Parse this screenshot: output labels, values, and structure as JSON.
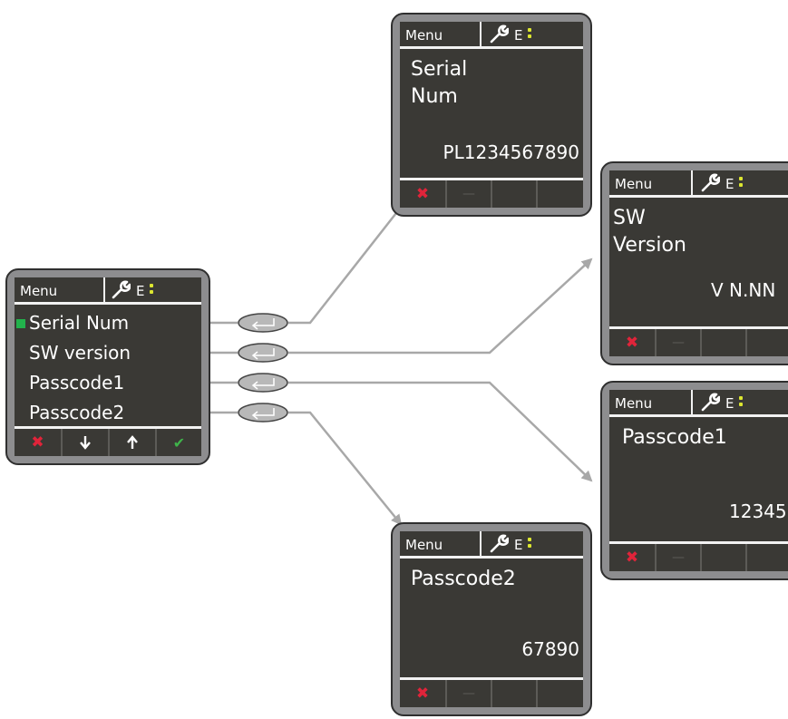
{
  "main_menu": {
    "header": {
      "menu_label": "Menu",
      "status_label": "E"
    },
    "items": [
      {
        "label": "Serial Num"
      },
      {
        "label": "SW version"
      },
      {
        "label": "Passcode1"
      },
      {
        "label": "Passcode2"
      }
    ],
    "softkeys": [
      "close-icon",
      "arrow-down-icon",
      "arrow-up-icon",
      "check-icon"
    ]
  },
  "screens": {
    "serial": {
      "menu_label": "Menu",
      "status_label": "E",
      "title_line1": "Serial",
      "title_line2": "Num",
      "value": "PL1234567890"
    },
    "sw": {
      "menu_label": "Menu",
      "status_label": "E",
      "title_line1": "SW",
      "title_line2": "Version",
      "value": "V N.NN"
    },
    "passcode1": {
      "menu_label": "Menu",
      "status_label": "E",
      "title_line1": "Passcode1",
      "value": "12345"
    },
    "passcode2": {
      "menu_label": "Menu",
      "status_label": "E",
      "title_line1": "Passcode2",
      "value": "67890"
    }
  },
  "colors": {
    "screen_bg": "#3a3935",
    "bezel": "#8d8d8f",
    "cursor": "#22b24c",
    "cancel": "#e0243a",
    "confirm": "#3fb34a",
    "status_dots": "#dce630",
    "connector": "#a8a8a8"
  }
}
